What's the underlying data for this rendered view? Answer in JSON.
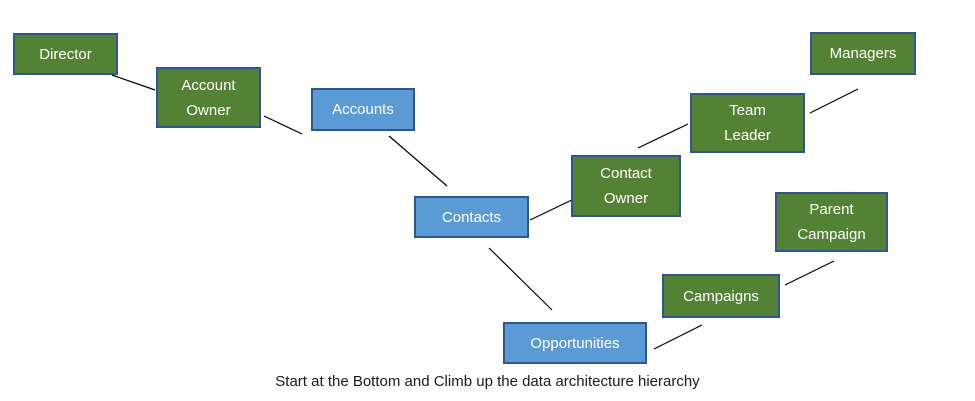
{
  "diagram": {
    "colors": {
      "green_fill": "#548235",
      "blue_fill": "#5b9bd5",
      "border": "#2f5597",
      "connector": "#000000"
    },
    "nodes": {
      "director": "Director",
      "account_owner": "Account\nOwner",
      "accounts": "Accounts",
      "contacts": "Contacts",
      "contact_owner": "Contact\nOwner",
      "team_leader": "Team\nLeader",
      "managers": "Managers",
      "opportunities": "Opportunities",
      "campaigns": "Campaigns",
      "parent_campaign": "Parent\nCampaign"
    },
    "edges": [
      [
        "director",
        "account_owner"
      ],
      [
        "account_owner",
        "accounts"
      ],
      [
        "accounts",
        "contacts"
      ],
      [
        "contacts",
        "contact_owner"
      ],
      [
        "contact_owner",
        "team_leader"
      ],
      [
        "team_leader",
        "managers"
      ],
      [
        "contacts",
        "opportunities"
      ],
      [
        "opportunities",
        "campaigns"
      ],
      [
        "campaigns",
        "parent_campaign"
      ]
    ],
    "caption": "Start at the Bottom and Climb up the data architecture hierarchy"
  }
}
